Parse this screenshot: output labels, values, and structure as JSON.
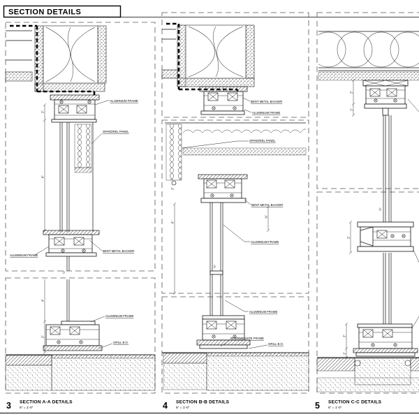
{
  "sheet": {
    "title": "SECTION DETAILS"
  },
  "panels": [
    {
      "number": "3",
      "title": "SECTION A-A DETAILS",
      "scale": "6\" = 1'-0\"",
      "labels": {
        "head_frame": "ALUMINIUM FRAME",
        "spandrel": "SPANDREL PANEL",
        "mid_frame": "ALUMINIUM FRAME",
        "mid_backer": "BENT METAL BACKER",
        "sill_frame": "ALUMINIUM FRAME",
        "grill": "GRILL B.O."
      }
    },
    {
      "number": "4",
      "title": "SECTION B-B DETAILS",
      "scale": "6\" = 1'-0\"",
      "labels": {
        "head_backer": "BENT METAL BACKER",
        "head_frame": "ALUMINIUM FRAME",
        "spandrel": "SPANDREL PANEL",
        "mid_backer": "BENT METAL BACKER",
        "mid_frame": "ALUMINIUM FRAME",
        "sill_frame": "ALUMINIUM FRAME",
        "intermediate": "INTERMEDIATE FRAME",
        "grill": "GRILL B.O."
      }
    },
    {
      "number": "5",
      "title": "SECTION C-C DETAILS",
      "scale": "6\" = 1'-0\""
    }
  ],
  "dims": {
    "half": "½\"",
    "one": "1\"",
    "two": "2\"",
    "four": "4\"",
    "six": "6\"",
    "three_quarter": "¾\""
  }
}
